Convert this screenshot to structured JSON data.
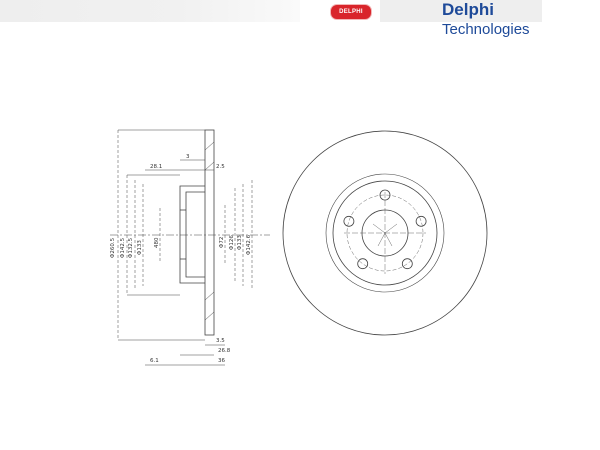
{
  "brand": {
    "name": "Delphi",
    "subtitle": "Technologies",
    "badge_text": "DELPHI",
    "brand_color": "#1e4a99",
    "badge_color": "#d9252b"
  },
  "drawing": {
    "side_view": {
      "dimensions": {
        "top_1": "28.1",
        "top_2": "3",
        "top_3": "2.5",
        "dia_outer": "Φ260.5",
        "dia_2": "Φ142.5",
        "dia_3": "Φ132.5",
        "dia_4": "Φ133",
        "dia_5": "480",
        "dia_6": "Φ72",
        "dia_7": "Φ126",
        "dia_8": "Φ133",
        "dia_9": "Φ142.6",
        "bottom_1": "3.5",
        "bottom_2": "26.8",
        "bottom_3": "6.1",
        "bottom_4": "36"
      }
    },
    "front_view": {
      "bolt_holes": 5
    }
  }
}
